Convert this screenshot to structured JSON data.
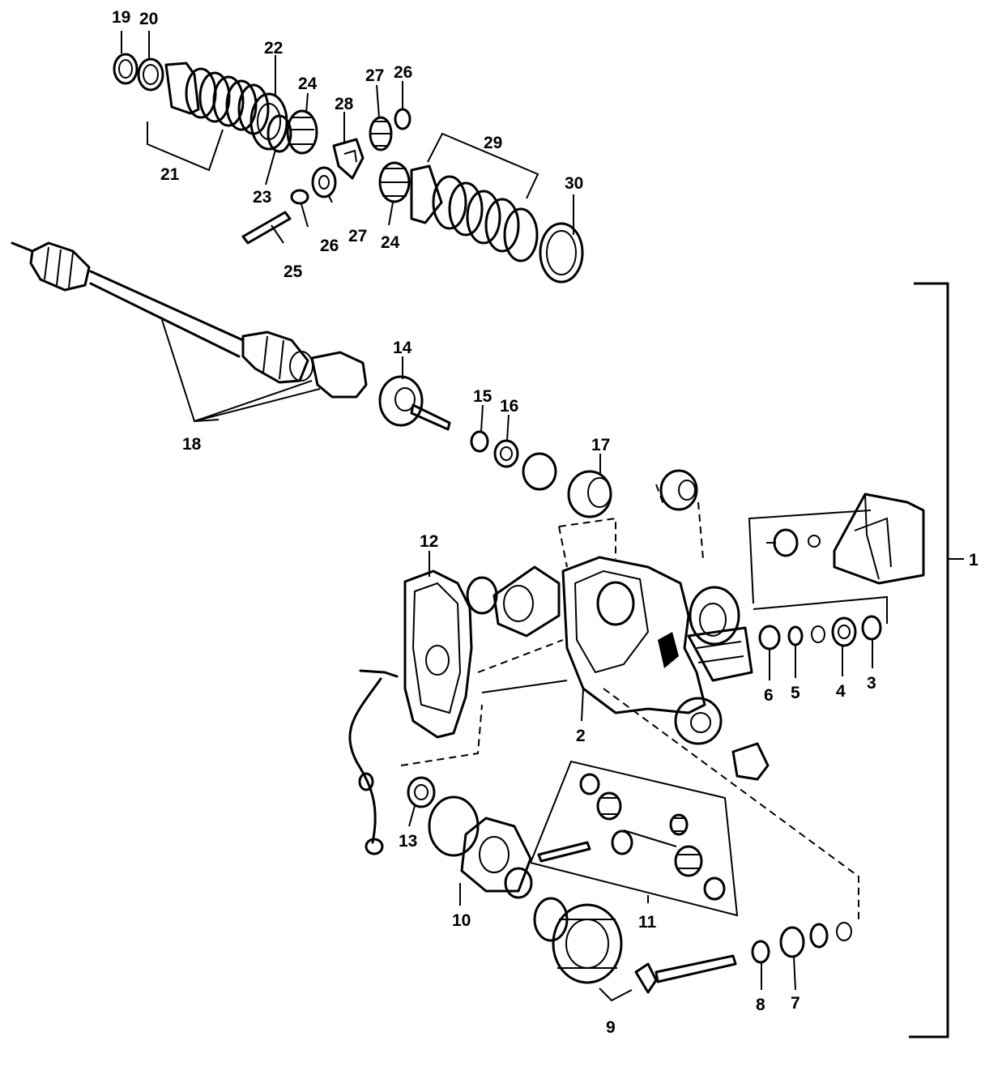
{
  "labels": {
    "l1": "1",
    "l2": "2",
    "l3": "3",
    "l4": "4",
    "l5": "5",
    "l6": "6",
    "l7": "7",
    "l8": "8",
    "l9": "9",
    "l10": "10",
    "l11": "11",
    "l12": "12",
    "l13": "13",
    "l14": "14",
    "l15": "15",
    "l16": "16",
    "l17": "17",
    "l18": "18",
    "l19": "19",
    "l20": "20",
    "l21": "21",
    "l22": "22",
    "l23": "23",
    "l24a": "24",
    "l24b": "24",
    "l25": "25",
    "l26a": "26",
    "l26b": "26",
    "l27a": "27",
    "l27b": "27",
    "l28": "28",
    "l29": "29",
    "l30": "30"
  }
}
